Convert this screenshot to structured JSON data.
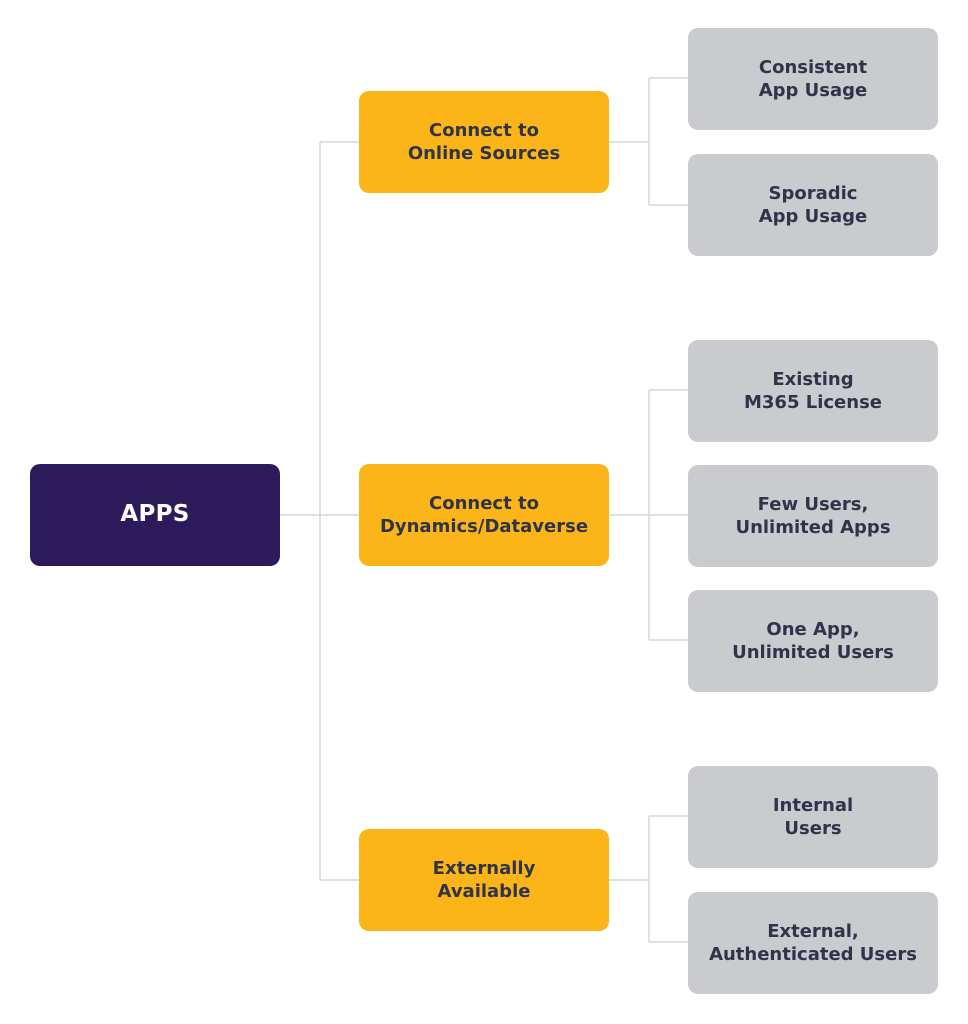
{
  "root": {
    "label": "APPS"
  },
  "categories": [
    {
      "label": "Connect to\nOnline Sources",
      "options": [
        {
          "label": "Consistent\nApp Usage"
        },
        {
          "label": "Sporadic\nApp Usage"
        }
      ]
    },
    {
      "label": "Connect to\nDynamics/Dataverse",
      "options": [
        {
          "label": "Existing\nM365 License"
        },
        {
          "label": "Few Users,\nUnlimited Apps"
        },
        {
          "label": "One App,\nUnlimited Users"
        }
      ]
    },
    {
      "label": "Externally\nAvailable",
      "options": [
        {
          "label": "Internal\nUsers"
        },
        {
          "label": "External,\nAuthenticated Users"
        }
      ]
    }
  ],
  "colors": {
    "root": "#2d1a5a",
    "category": "#fbb519",
    "option": "#c9cbcf",
    "connector": "#d5d7da",
    "dark_text": "#2f3448"
  }
}
